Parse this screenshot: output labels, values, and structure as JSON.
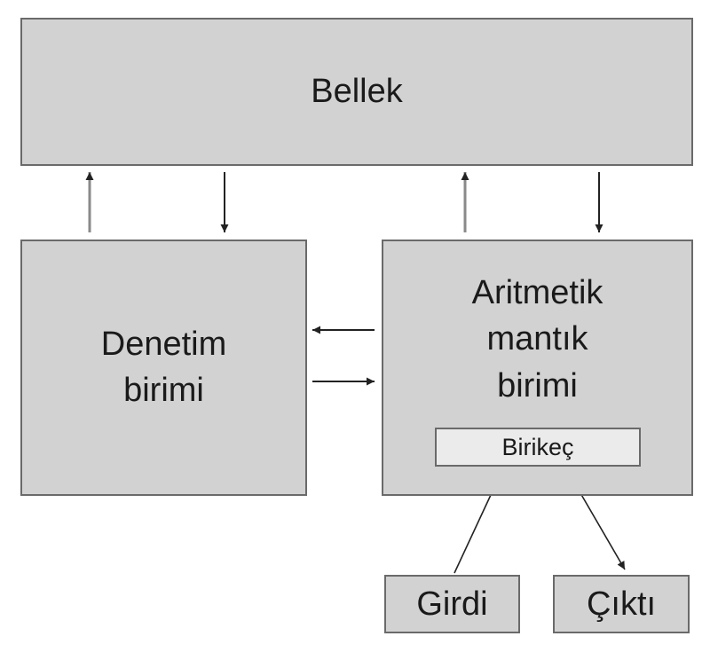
{
  "diagram": {
    "memory_label": "Bellek",
    "control_unit_line1": "Denetim",
    "control_unit_line2": "birimi",
    "alu_line1": "Aritmetik",
    "alu_line2": "mantık",
    "alu_line3": "birimi",
    "accumulator_label": "Birikeç",
    "input_label": "Girdi",
    "output_label": "Çıktı"
  },
  "colors": {
    "box_fill": "#d2d2d2",
    "inner_box_fill": "#ebebeb",
    "border": "#6a6a6a",
    "arrow": "#222222"
  }
}
